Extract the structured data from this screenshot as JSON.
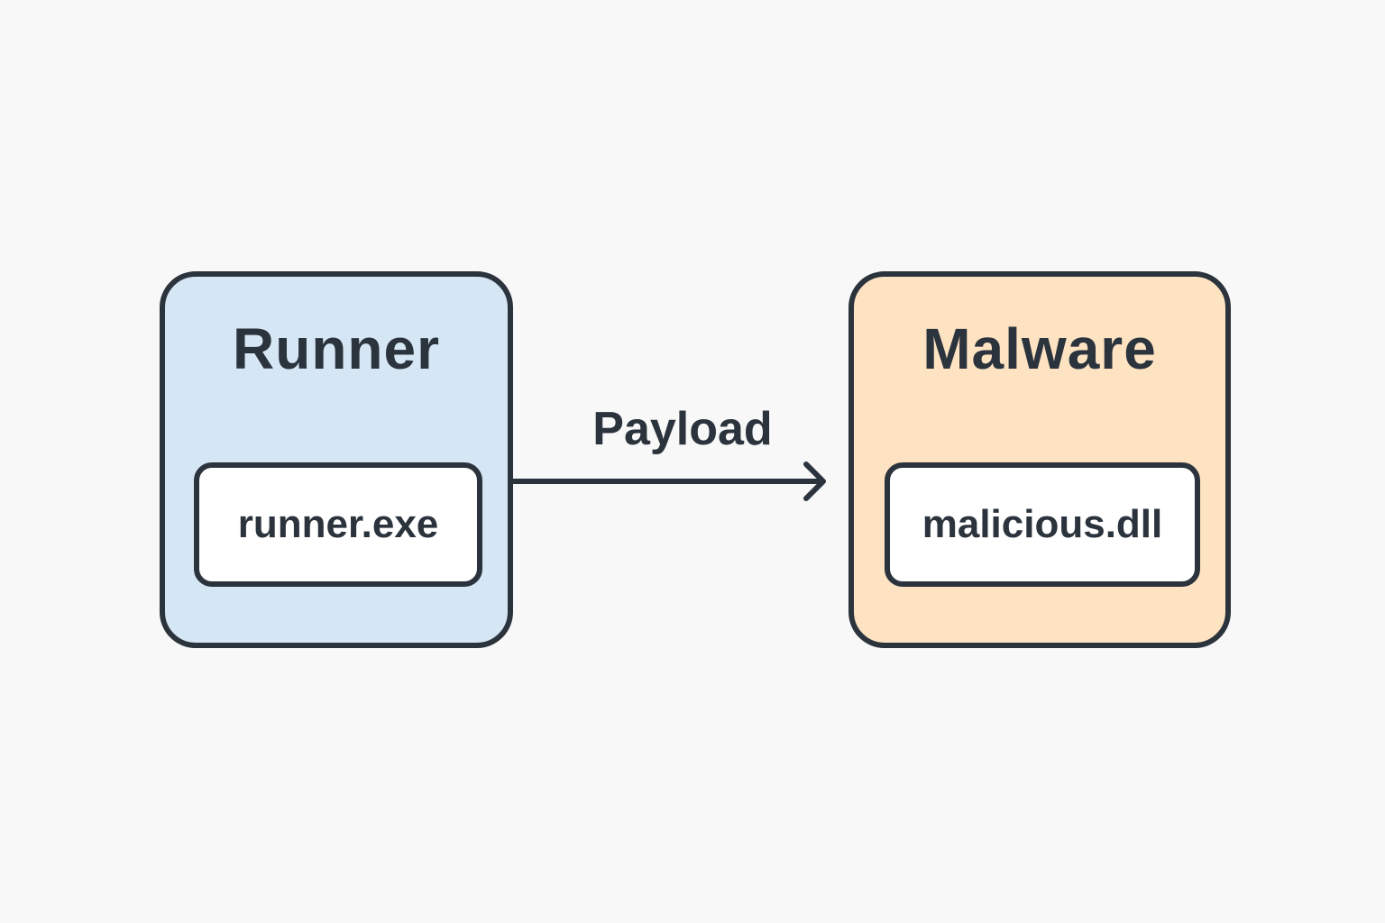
{
  "diagram": {
    "nodes": [
      {
        "title": "Runner",
        "file": "runner.exe",
        "fill": "#d5e6f4"
      },
      {
        "title": "Malware",
        "file": "malicious.dll",
        "fill": "#fde3c2"
      }
    ],
    "edge": {
      "label": "Payload",
      "from": "Runner",
      "to": "Malware"
    },
    "colors": {
      "stroke": "#2b333d",
      "background": "#f8f8f8",
      "file_fill": "#ffffff"
    }
  }
}
